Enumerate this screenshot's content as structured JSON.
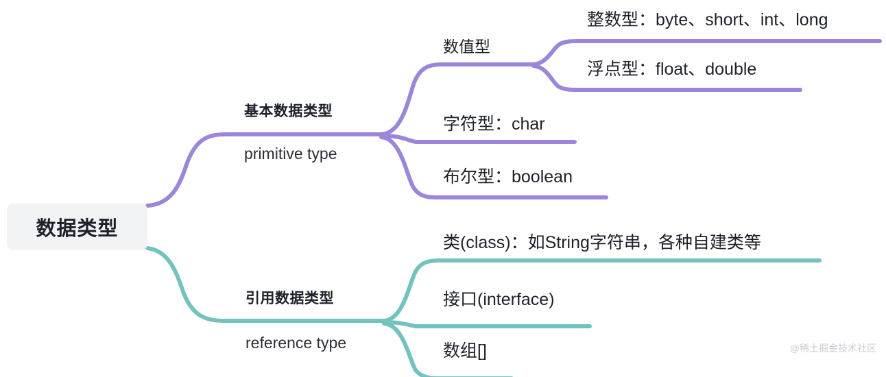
{
  "diagram": {
    "type": "mindmap",
    "title": "数据类型",
    "root": {
      "label": "数据类型",
      "background": "#f2f3f5",
      "text_color": "#1d2129"
    },
    "branches": [
      {
        "id": "primitive",
        "color": "#9b86d9",
        "title_cn": "基本数据类型",
        "title_en": "primitive type",
        "children": [
          {
            "id": "numeric",
            "label": "数值型",
            "children": [
              {
                "id": "integer",
                "label": "整数型：byte、short、int、long"
              },
              {
                "id": "float",
                "label": "浮点型：float、double"
              }
            ]
          },
          {
            "id": "char",
            "label": "字符型：char",
            "children": []
          },
          {
            "id": "boolean",
            "label": "布尔型：boolean",
            "children": []
          }
        ]
      },
      {
        "id": "reference",
        "color": "#74c2be",
        "title_cn": "引用数据类型",
        "title_en": "reference type",
        "children": [
          {
            "id": "class",
            "label": "类(class)：如String字符串，各种自建类等",
            "children": []
          },
          {
            "id": "interface",
            "label": "接口(interface)",
            "children": []
          },
          {
            "id": "array",
            "label": "数组[]",
            "children": []
          }
        ]
      }
    ]
  },
  "watermark": {
    "text": "@稀土掘金技术社区"
  },
  "colors": {
    "purple": "#9b86d9",
    "teal": "#74c2be",
    "root_bg": "#f2f3f5",
    "text": "#1d2129",
    "watermark": "#c9cdd4",
    "page_bg": "#ffffff"
  }
}
